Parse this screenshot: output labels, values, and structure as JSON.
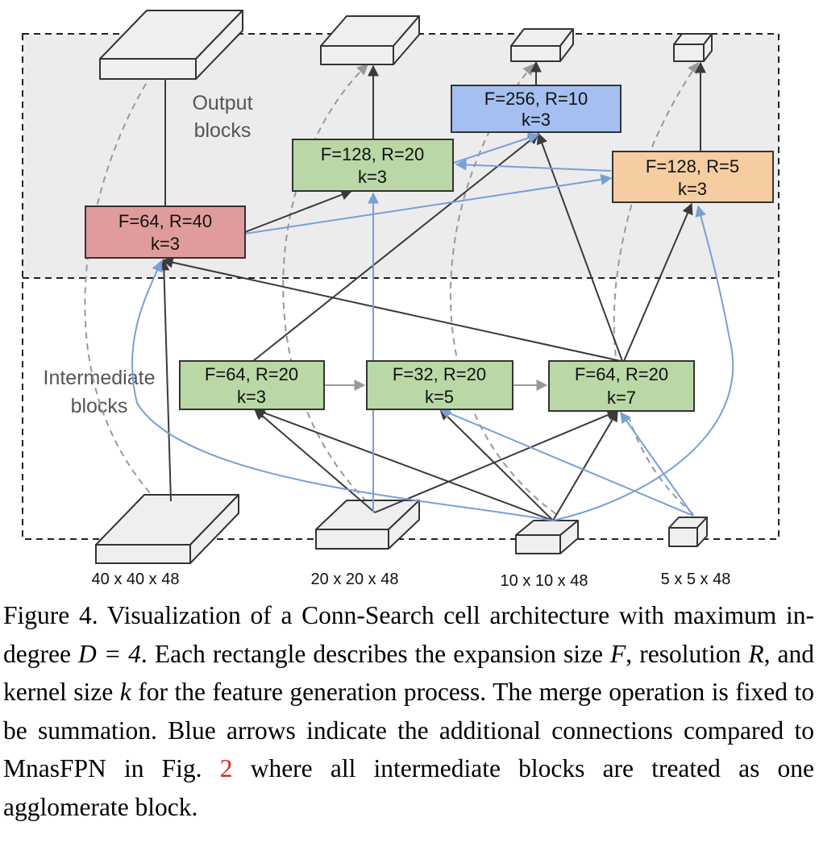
{
  "diagram": {
    "section_labels": {
      "output": [
        "Output",
        "blocks"
      ],
      "intermediate": [
        "Intermediate",
        "blocks"
      ]
    },
    "blocks": {
      "output_r40": {
        "line1": "F=64, R=40",
        "line2": "k=3",
        "color": "#e09c9c"
      },
      "output_r20": {
        "line1": "F=128, R=20",
        "line2": "k=3",
        "color": "#b9d8a6"
      },
      "output_r10": {
        "line1": "F=256, R=10",
        "line2": "k=3",
        "color": "#a4bff0"
      },
      "output_r5": {
        "line1": "F=128, R=5",
        "line2": "k=3",
        "color": "#f5cda1"
      },
      "inter_1": {
        "line1": "F=64, R=20",
        "line2": "k=3",
        "color": "#b9d8a6"
      },
      "inter_2": {
        "line1": "F=32, R=20",
        "line2": "k=5",
        "color": "#b9d8a6"
      },
      "inter_3": {
        "line1": "F=64, R=20",
        "line2": "k=7",
        "color": "#b9d8a6"
      }
    },
    "input_labels": [
      "40 x 40 x 48",
      "20 x 20 x 48",
      "10 x 10 x 48",
      "5 x 5 x 48"
    ],
    "colors": {
      "blue_arrow": "#76a0d6",
      "dark_arrow": "#3a3a3a",
      "gray_arrow": "#999999",
      "output_region": "#ececec"
    }
  },
  "caption": {
    "prefix": "Figure 4. Visualization of a Conn-Search cell architecture with maximum in-degree ",
    "math_d": "D = 4",
    "part2": ". Each rectangle describes the expansion size ",
    "var_f": "F",
    "part3": ", resolution ",
    "var_r": "R",
    "part4": ", and kernel size ",
    "var_k": "k",
    "part5": " for the feature generation process. The merge operation is fixed to be summation. Blue arrows indicate the additional connections compared to MnasFPN in Fig. ",
    "ref": "2",
    "suffix": " where all intermediate blocks are treated as one agglomerate block."
  }
}
